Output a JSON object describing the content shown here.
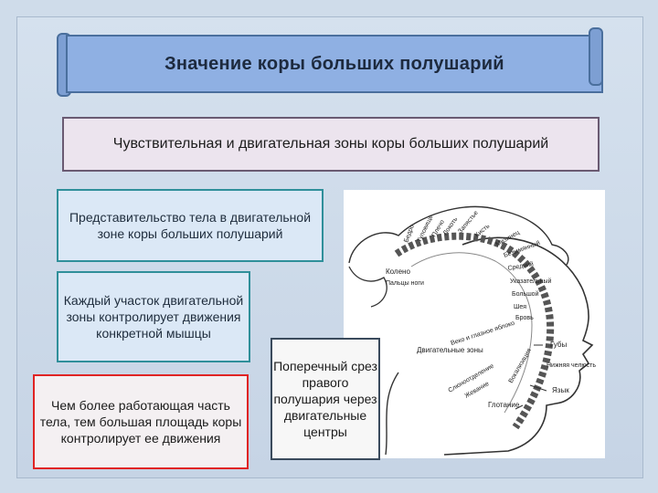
{
  "title": "Значение коры больших полушарий",
  "subtitle": "Чувствительная и двигательная зоны коры больших полушарий",
  "boxes": {
    "representation": "Представительство тела в двигательной зоне коры больших полушарий",
    "each_area": "Каждый участок двигательной зоны контролирует движения конкретной мышцы",
    "more_working": "Чем более работающая часть тела, тем большая площадь коры контролирует ее движения",
    "cross_section": "Поперечный срез правого полушария через двигательные центры"
  },
  "diagram": {
    "labels": {
      "body_parts_arc": [
        "Колено",
        "Пальцы ноги",
        "Бедро",
        "Туловище",
        "Плечо",
        "Локоть",
        "Запястье",
        "Кисть",
        "Мизинец",
        "Безымянный",
        "Средний",
        "Указательный",
        "Большой",
        "Шея",
        "Бровь"
      ],
      "knee": "Колено",
      "toes": "Пальцы ноги",
      "eyelid": "Веко и глазное яблоко",
      "lips": "Губы",
      "motor_zones": "Двигательные зоны",
      "lower_jaw": "Нижняя челюсть",
      "tongue": "Язык",
      "swallowing": "Глотание",
      "salivation": "Слюноотделение",
      "chewing": "Жевание",
      "vocalization": "Вокализация"
    }
  },
  "colors": {
    "banner": "#8fb0e3",
    "teal_border": "#2f8f9a",
    "red_border": "#e02424"
  }
}
